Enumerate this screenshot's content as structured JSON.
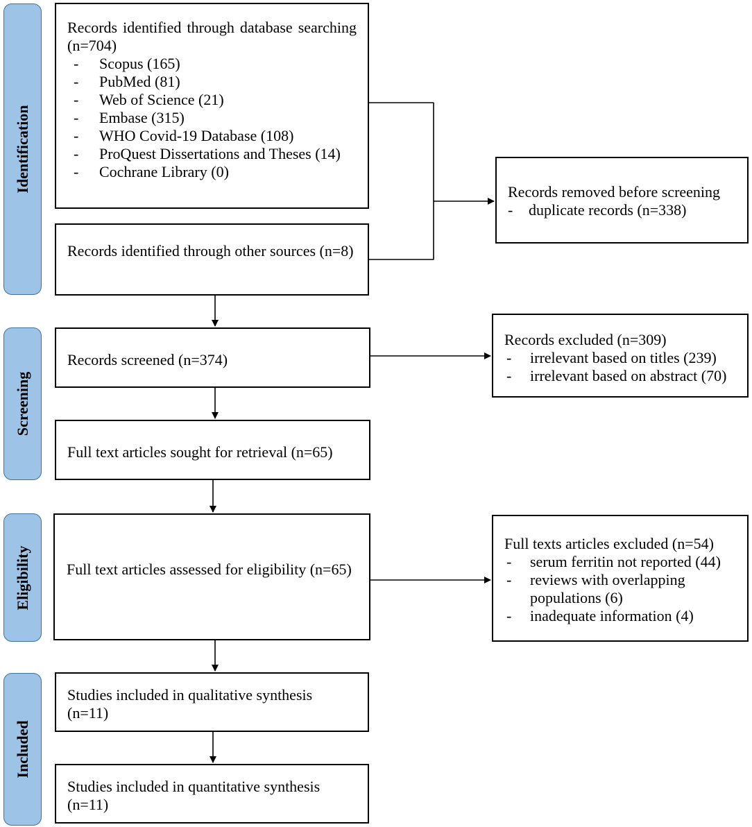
{
  "phases": {
    "identification": "Identification",
    "screening": "Screening",
    "eligibility": "Eligibility",
    "included": "Included"
  },
  "boxes": {
    "database_search": {
      "title": "Records identified through database searching (n=704)",
      "items": [
        "Scopus (165)",
        "PubMed (81)",
        "Web of Science (21)",
        "Embase (315)",
        "WHO Covid-19 Database (108)",
        "ProQuest Dissertations and Theses (14)",
        "Cochrane Library (0)"
      ]
    },
    "other_sources": {
      "text": "Records identified through other sources (n=8)"
    },
    "removed_before_screening": {
      "title": "Records removed before screening",
      "items": [
        "duplicate records (n=338)"
      ]
    },
    "records_screened": {
      "text": "Records screened (n=374)"
    },
    "records_excluded": {
      "title": "Records excluded (n=309)",
      "items": [
        "irrelevant based on titles (239)",
        "irrelevant based on abstract (70)"
      ]
    },
    "sought_retrieval": {
      "text": "Full text articles sought for retrieval (n=65)"
    },
    "assessed_eligibility": {
      "text": "Full text articles assessed for eligibility (n=65)"
    },
    "fulltext_excluded": {
      "title": "Full texts articles excluded (n=54)",
      "items": [
        "serum ferritin not reported (44)",
        "reviews with overlapping populations (6)",
        "inadequate information (4)"
      ]
    },
    "qualitative": {
      "text": "Studies included in qualitative synthesis (n=11)"
    },
    "quantitative": {
      "text": "Studies included in quantitative synthesis (n=11)"
    }
  }
}
